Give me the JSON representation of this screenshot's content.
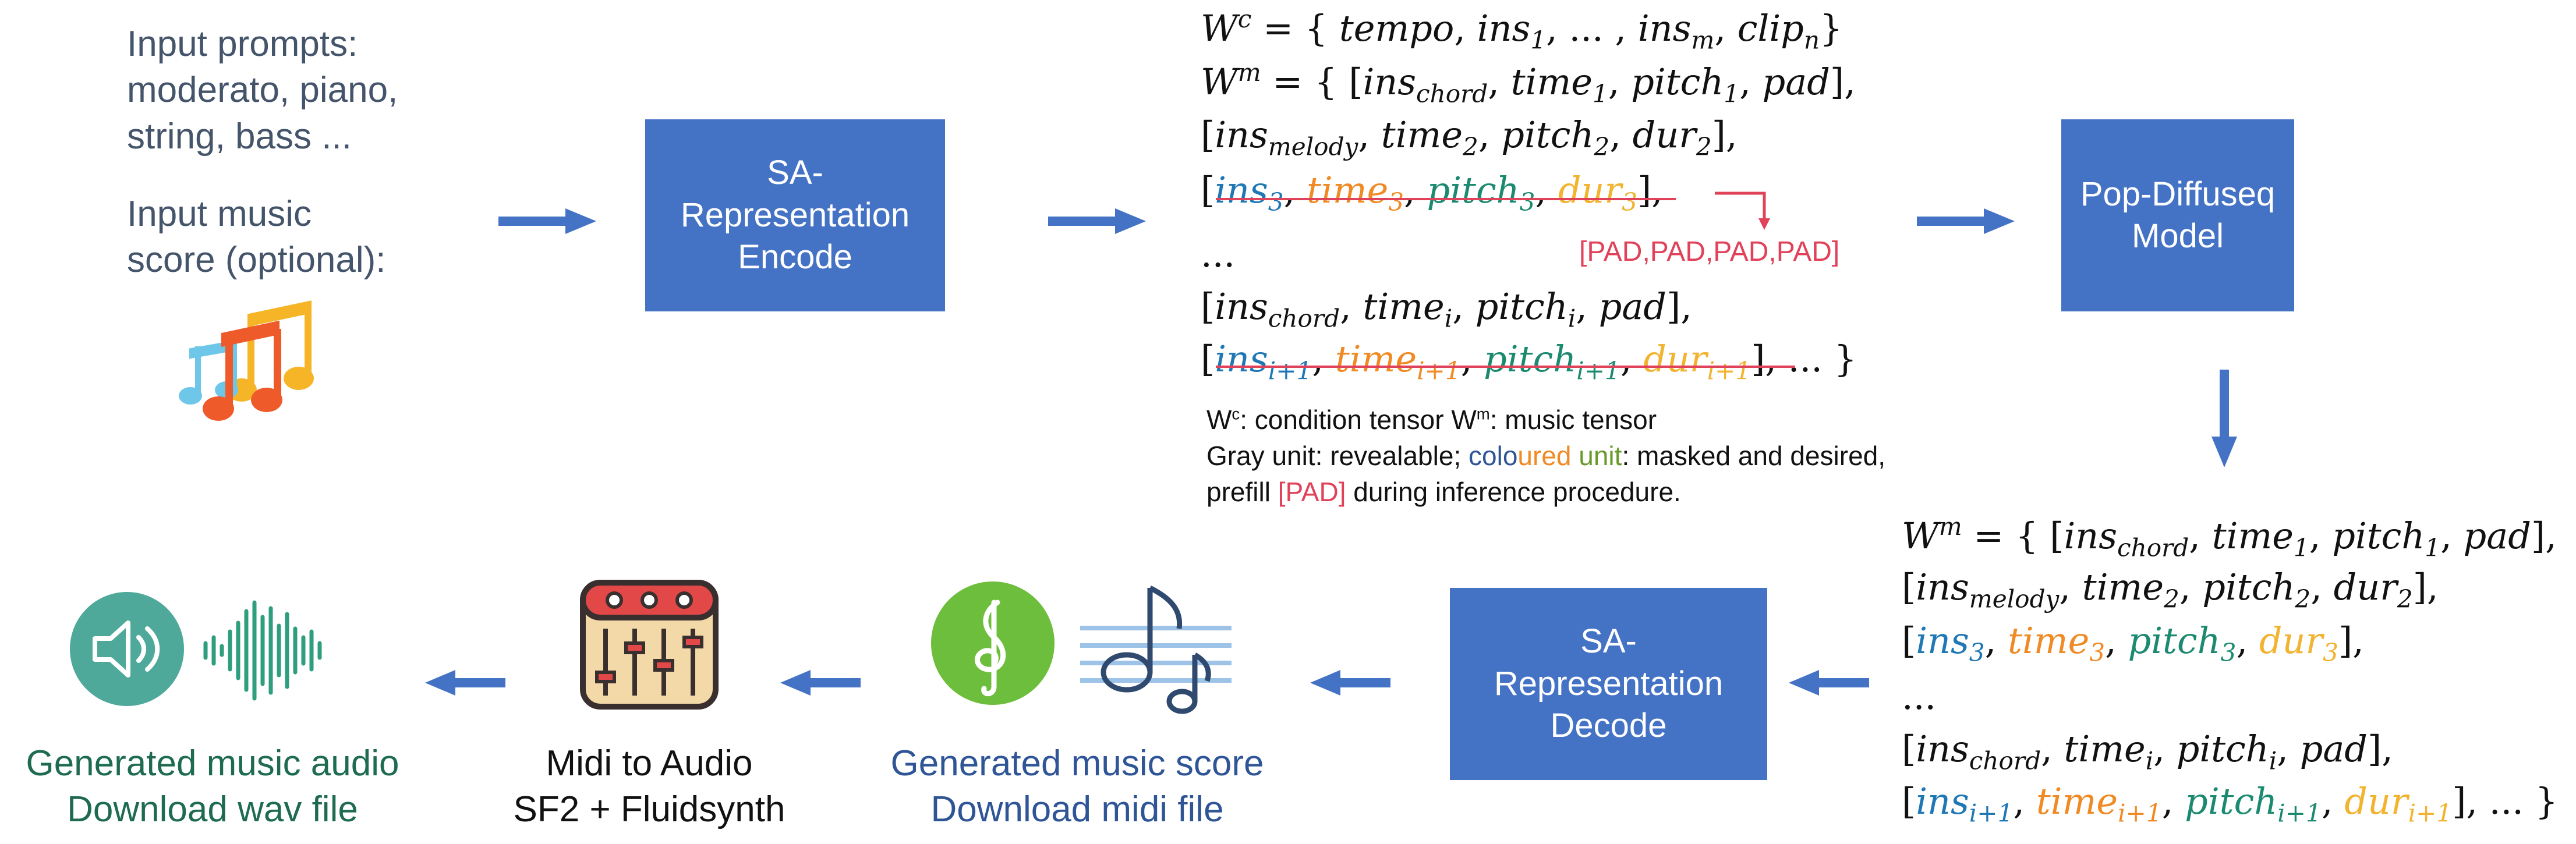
{
  "input": {
    "prompts_line1": "Input prompts:",
    "prompts_line2": "moderato, piano,",
    "prompts_line3": "string, bass ...",
    "score_line1": "Input music",
    "score_line2": "score (optional):"
  },
  "encode_box": {
    "line1": "SA-",
    "line2": "Representation",
    "line3": "Encode"
  },
  "decode_box": {
    "line1": "SA-",
    "line2": "Representation",
    "line3": "Decode"
  },
  "model_box": {
    "line1": "Pop-Diffuseq",
    "line2": "Model"
  },
  "tensor_top": {
    "wc_W": "W",
    "wc_sup": "c",
    "wc_eq": " = { ",
    "wc_tempo": "tempo",
    "wc_ins": "ins",
    "wc_sub1": "1",
    "wc_dots": ", ... , ",
    "wc_sub_m": "m",
    "wc_clip": "clip",
    "wc_sub_n": "n",
    "wc_close": "}",
    "wm_W": "W",
    "wm_sup": "m",
    "ins": "ins",
    "time": "time",
    "pitch": "pitch",
    "dur": "dur",
    "pad": "pad",
    "chord": "chord",
    "melody": "melody",
    "s1": "1",
    "s2": "2",
    "s3": "3",
    "si": "i",
    "si1": "i+1",
    "ellipsis": "...",
    "pad_note": "[PAD,PAD,PAD,PAD]"
  },
  "legend": {
    "line1_a": "W",
    "line1_sup_c": "c",
    "line1_b": ": condition tensor  W",
    "line1_sup_m": "m",
    "line1_c": ": music tensor",
    "line2_a": "Gray unit: revealable; ",
    "line2_col1": "colo",
    "line2_col2": "ured",
    "line2_col3": " unit",
    "line2_b": ": masked and desired,",
    "line3_a": "prefill ",
    "line3_pad": "[PAD]",
    "line3_b": " during inference procedure."
  },
  "bottom": {
    "audio_line1": "Generated music audio",
    "audio_line2": "Download wav file",
    "midi_line1": "Midi to Audio",
    "midi_line2": "SF2 + Fluidsynth",
    "score_line1": "Generated music score",
    "score_line2": "Download midi file"
  },
  "colors": {
    "box_blue": "#4472C4",
    "arrow_blue": "#4472C4",
    "pad_red": "#E0425A",
    "audio_teal": "#1E6B52",
    "score_blue": "#2F5597"
  }
}
